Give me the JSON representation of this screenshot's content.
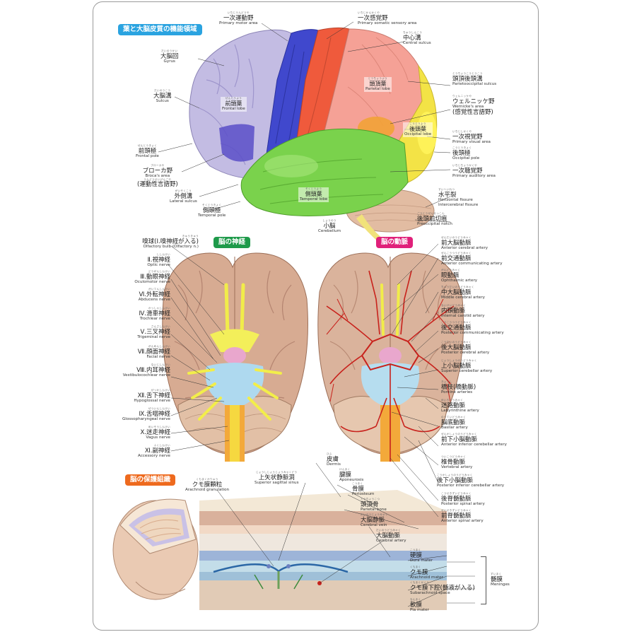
{
  "sections": {
    "cortex_title": "葉と大脳皮質の機能領域",
    "nerves_title": "脳の神経",
    "arteries_title": "脳の動脈",
    "protection_title": "脳の保護組織"
  },
  "colors": {
    "cortex_tag": "#2aa3e0",
    "nerves_tag": "#1e9a4a",
    "arteries_tag": "#e0207a",
    "protection_tag": "#ee6a1e",
    "frontal": "#b9b2dc",
    "motor": "#3f49c9",
    "sensory": "#ee5a3c",
    "parietal": "#f29a8c",
    "occipital": "#f3e23a",
    "temporal": "#78cf4a",
    "cerebellum": "#e6c2a8"
  },
  "cortex_labels": {
    "motor": {
      "ruby": "いちじうんどうや",
      "jp": "一次運動野",
      "en": "Primary motor area"
    },
    "sensory": {
      "ruby": "いちじかんかくや",
      "jp": "一次感覚野",
      "en": "Primary somatic sensory area"
    },
    "central": {
      "ruby": "ちゅうしんこう",
      "jp": "中心溝",
      "en": "Central sulcus"
    },
    "gyrus": {
      "ruby": "だいのうかい",
      "jp": "大脳回",
      "en": "Gyrus"
    },
    "pos": {
      "ruby": "とうちょうこうとうこう",
      "jp": "頭頂後頭溝",
      "en": "Parietooccipital sulcus"
    },
    "parietal": {
      "ruby": "とうちょうよう",
      "jp": "頭頂葉",
      "en": "Parietal lobe"
    },
    "sulcus": {
      "ruby": "だいのうこう",
      "jp": "大脳溝",
      "en": "Sulcus"
    },
    "frontal_lobe": {
      "ruby": "ぜんとうよう",
      "jp": "前頭葉",
      "en": "Frontal lobe"
    },
    "wernicke": {
      "ruby": "ウェルニッケや",
      "jp": "ウェルニッケ野",
      "en": "Wernicke's area",
      "extra": "(感覚性言語野)"
    },
    "occipital": {
      "ruby": "こうとうよう",
      "jp": "後頭葉",
      "en": "Occipital lobe"
    },
    "visual": {
      "ruby": "いちじしかくや",
      "jp": "一次視覚野",
      "en": "Primary visual area"
    },
    "frontal_pole": {
      "ruby": "ぜんとうきょく",
      "jp": "前頭極",
      "en": "Frontal pole"
    },
    "occipital_pole": {
      "ruby": "こうとうきょく",
      "jp": "後頭極",
      "en": "Occipital pole"
    },
    "broca": {
      "ruby": "ブローカや",
      "jp": "ブローカ野",
      "en": "Broca's area",
      "extra": "(運動性言語野)",
      "extra_ruby": "うんどうせいげんごや"
    },
    "auditory": {
      "ruby": "いちじちょうかくや",
      "jp": "一次聴覚野",
      "en": "Primary auditory area"
    },
    "lateral": {
      "ruby": "がいそくこう",
      "jp": "外側溝",
      "en": "Lateral sulcus"
    },
    "temporal_lobe": {
      "ruby": "そくとうよう",
      "jp": "側頭葉",
      "en": "Temporal lobe"
    },
    "horizontal": {
      "ruby": "すいへいれつ",
      "jp": "水平裂",
      "en": "Horizontal fissure",
      "en2": "Intercerebral fissure"
    },
    "temporal_pole": {
      "ruby": "そくとうきょく",
      "jp": "側頭極",
      "en": "Temporal pole"
    },
    "cerebellum": {
      "ruby": "しょうのう",
      "jp": "小脳",
      "en": "Cerebellum"
    },
    "preoccipital": {
      "ruby": "ごうとうぜんせっこん",
      "jp": "後頭前切痕",
      "en": "Preoccipital notch"
    }
  },
  "nerves": [
    {
      "ruby": "きゅうきゅう",
      "jp": "嗅球(Ⅰ.嗅神経が入る)",
      "en": "Olfactory bulb (Olfactory n.)"
    },
    {
      "ruby": "ししんけい",
      "jp": "Ⅱ.視神経",
      "en": "Optic nerve"
    },
    {
      "ruby": "どうがんしんけい",
      "jp": "Ⅲ.動眼神経",
      "en": "Oculomotor nerve"
    },
    {
      "ruby": "がいてんしんけい",
      "jp": "Ⅵ.外転神経",
      "en": "Abducens nerve"
    },
    {
      "ruby": "かっしゃしんけい",
      "jp": "Ⅳ.滑車神経",
      "en": "Trochlear nerve"
    },
    {
      "ruby": "さんさしんけい",
      "jp": "Ⅴ.三叉神経",
      "en": "Trigeminal nerve"
    },
    {
      "ruby": "がんめんしんけい",
      "jp": "Ⅶ.顔面神経",
      "en": "Facial nerve"
    },
    {
      "ruby": "ないじしんけい",
      "jp": "Ⅷ.内耳神経",
      "en": "Vestibulocochlear nerve"
    },
    {
      "ruby": "ぜっかしんけい",
      "jp": "Ⅻ.舌下神経",
      "en": "Hypoglossal nerve"
    },
    {
      "ruby": "ぜついんしんけい",
      "jp": "Ⅸ.舌咽神経",
      "en": "Glossopharyngeal nerve"
    },
    {
      "ruby": "めいそうしんけい",
      "jp": "Ⅹ.迷走神経",
      "en": "Vagus nerve"
    },
    {
      "ruby": "ふくしんけい",
      "jp": "Ⅺ.副神経",
      "en": "Accessory nerve"
    }
  ],
  "arteries": [
    {
      "ruby": "ぜんだいのうどうみゃく",
      "jp": "前大脳動脈",
      "en": "Anterior cerebral artery"
    },
    {
      "ruby": "ぜんこうつうどうみゃく",
      "jp": "前交通動脈",
      "en": "Anterior communicating artery"
    },
    {
      "ruby": "がんどうみゃく",
      "jp": "眼動脈",
      "en": "Ophthalmic artery"
    },
    {
      "ruby": "ちゅうだいのうどうみゃく",
      "jp": "中大脳動脈",
      "en": "Middle cerebral artery"
    },
    {
      "ruby": "ないけいどうみゃく",
      "jp": "内頸動脈",
      "en": "Internal carotid artery"
    },
    {
      "ruby": "こうこうつうどうみゃく",
      "jp": "後交通動脈",
      "en": "Posterior communicating artery"
    },
    {
      "ruby": "こうだいのうどうみゃく",
      "jp": "後大脳動脈",
      "en": "Posterior cerebral artery"
    },
    {
      "ruby": "じょうしょうのうどうみゃく",
      "jp": "上小脳動脈",
      "en": "Superior cerebellar artery"
    },
    {
      "ruby": "きょうし",
      "jp": "橋枝(橋動脈)",
      "en": "Pontine arteries"
    },
    {
      "ruby": "めいろどうみゃく",
      "jp": "迷路動脈",
      "en": "Labyrinthine artery"
    },
    {
      "ruby": "のうていどうみゃく",
      "jp": "脳底動脈",
      "en": "Basilar artery"
    },
    {
      "ruby": "ぜんかしょうのうどうみゃく",
      "jp": "前下小脳動脈",
      "en": "Anterior inferior cerebellar artery"
    },
    {
      "ruby": "ついこつどうみゃく",
      "jp": "椎骨動脈",
      "en": "Vertebral artery"
    },
    {
      "ruby": "こうかしょうのうどうみゃく",
      "jp": "後下小脳動脈",
      "en": "Posterior inferior cerebellar artery"
    },
    {
      "ruby": "こうせきずいどうみゃく",
      "jp": "後脊髄動脈",
      "en": "Posterior spinal artery"
    },
    {
      "ruby": "ぜんせきずいどうみゃく",
      "jp": "前脊髄動脈",
      "en": "Anterior spinal artery"
    }
  ],
  "protection": {
    "arachnoid_gran": {
      "ruby": "くもまくかりゅう",
      "jp": "クモ膜顆粒",
      "en": "Arachnoid granulation"
    },
    "sinus": {
      "ruby": "じょうしじょうじょうみゃくどう",
      "jp": "上矢状静脈洞",
      "en": "Superior sagittal sinus"
    },
    "skin": {
      "ruby": "ひふ",
      "jp": "皮膚",
      "en": "Dermis"
    },
    "galea": {
      "ruby": "けんまく",
      "jp": "腱膜",
      "en": "Aponeurosis"
    },
    "periosteum": {
      "ruby": "こつまく",
      "jp": "骨膜",
      "en": "Periosteum"
    },
    "parietal_bone": {
      "ruby": "とうちょうこつ",
      "jp": "頭頂骨",
      "en": "Parietal bone"
    },
    "cerebral_vein": {
      "ruby": "だいのうじょうみゃく",
      "jp": "大脳静脈",
      "en": "Cerebral vein"
    },
    "cerebral_artery": {
      "ruby": "だいのうどうみゃく",
      "jp": "大脳動脈",
      "en": "Cerebral artery"
    },
    "dura": {
      "ruby": "こうまく",
      "jp": "硬膜",
      "en": "Dura mater"
    },
    "arachnoid": {
      "ruby": "くもまく",
      "jp": "クモ膜",
      "en": "Arachnoid mater"
    },
    "subarachnoid": {
      "ruby": "くもまくかくう",
      "jp": "クモ膜下腔(髄液が入る)",
      "en": "Subarachnoid space"
    },
    "pia": {
      "ruby": "なんまく",
      "jp": "軟膜",
      "en": "Pia mater"
    },
    "meninges": {
      "ruby": "ずいまく",
      "jp": "髄膜",
      "en": "Meninges"
    }
  }
}
